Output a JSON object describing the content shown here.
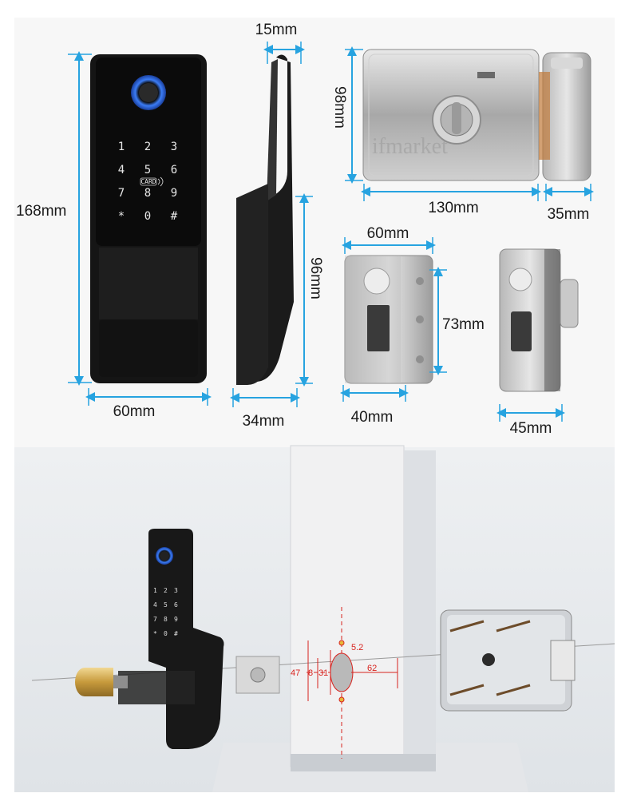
{
  "dimensions": {
    "lock_height": "168mm",
    "lock_width": "60mm",
    "lock_depth_top": "15mm",
    "lock_depth_bottom": "34mm",
    "handle_height": "96mm",
    "rim_lock_height": "98mm",
    "rim_lock_width": "130mm",
    "strike_width": "35mm",
    "box_width": "60mm",
    "box_height": "73mm",
    "box_depth": "40mm",
    "side_depth": "45mm"
  },
  "watermark": "ifmarket",
  "keypad": [
    "1",
    "2",
    "3",
    "4",
    "5",
    "6",
    "7",
    "8",
    "9",
    "*",
    "0",
    "#"
  ],
  "card_label": "CARD",
  "install": {
    "d1": "5.2",
    "d2": "47",
    "d3": "8",
    "d4": "31",
    "d5": "62"
  }
}
